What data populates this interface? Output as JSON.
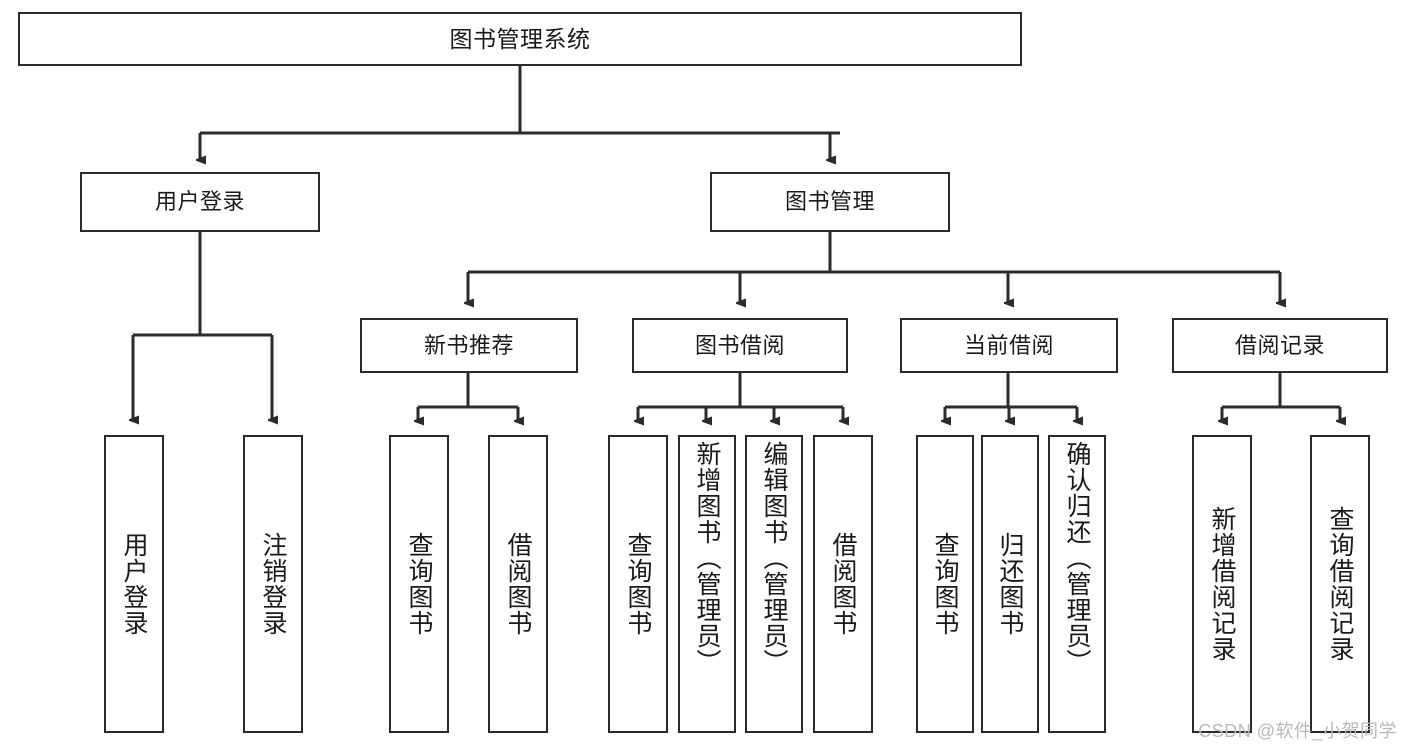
{
  "diagram": {
    "title": "图书管理系统",
    "type": "tree-hierarchy-diagram",
    "colors": {
      "stroke": "#2b2b2b",
      "fill": "#ffffff",
      "text": "#1a1a1a",
      "watermark": "#b8b8b8"
    },
    "levels": {
      "root": {
        "label": "图书管理系统"
      },
      "level2": [
        {
          "label": "用户登录"
        },
        {
          "label": "图书管理"
        }
      ],
      "level3": [
        {
          "label": "新书推荐"
        },
        {
          "label": "图书借阅"
        },
        {
          "label": "当前借阅"
        },
        {
          "label": "借阅记录"
        }
      ],
      "leaves": {
        "user_login": [
          {
            "label": "用户登录"
          },
          {
            "label": "注销登录"
          }
        ],
        "new_book_recommend": [
          {
            "label": "查询图书"
          },
          {
            "label": "借阅图书"
          }
        ],
        "book_borrow": [
          {
            "label": "查询图书"
          },
          {
            "label": "新增图书（管理员）"
          },
          {
            "label": "编辑图书（管理员）"
          },
          {
            "label": "借阅图书"
          }
        ],
        "current_borrow": [
          {
            "label": "查询图书"
          },
          {
            "label": "归还图书"
          },
          {
            "label": "确认归还（管理员）"
          }
        ],
        "borrow_record": [
          {
            "label": "新增借阅记录"
          },
          {
            "label": "查询借阅记录"
          }
        ]
      }
    },
    "watermark": "CSDN @软件_小贺同学"
  }
}
